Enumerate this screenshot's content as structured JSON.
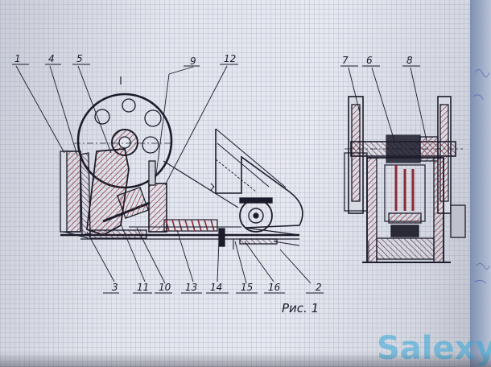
{
  "figure": {
    "caption": "Рис. 1",
    "callouts_left_top": [
      "1",
      "4",
      "5",
      "9",
      "12"
    ],
    "callouts_left_bottom": [
      "3",
      "11",
      "10",
      "13",
      "14",
      "15",
      "16",
      "2"
    ],
    "callouts_right_top": [
      "7",
      "6",
      "8"
    ]
  },
  "watermark": {
    "brand": "Salexy"
  },
  "colors": {
    "ink": "#1b1b2a",
    "hatch_red": "#8a2a35",
    "paper": "#e4e6ed",
    "brand": "#36a9d8"
  }
}
